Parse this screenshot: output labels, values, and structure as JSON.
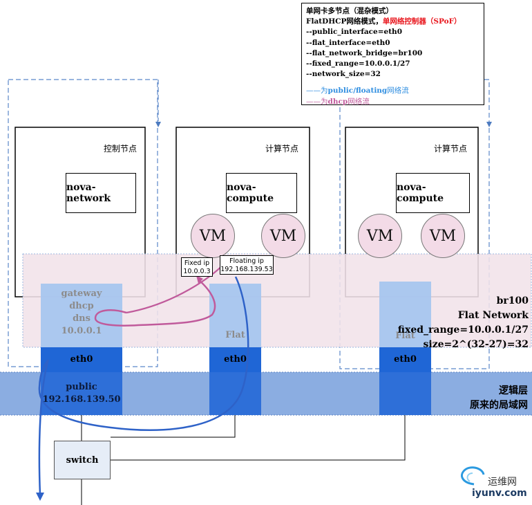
{
  "info": {
    "title": "单网卡多节点（混杂模式）",
    "mode_prefix": "FlatDHCP网络模式，",
    "mode_red": "单网络控制器（SPoF）",
    "flags": [
      "--public_interface=eth0",
      "--flat_interface=eth0",
      "--flat_network_bridge=br100",
      "--fixed_range=10.0.0.1/27",
      "--network_size=32"
    ],
    "legend_blue_prefix": "——为",
    "legend_blue_bold": "public/floating",
    "legend_blue_suffix": "网络流",
    "legend_pink_prefix": "——为",
    "legend_pink_bold": "dhcp",
    "legend_pink_suffix": "网络流"
  },
  "nodes": {
    "controller": {
      "label": "控制节点",
      "service": "nova-network"
    },
    "compute1": {
      "label": "计算节点",
      "service": "nova-compute",
      "vms": [
        "VM",
        "VM"
      ]
    },
    "compute2": {
      "label": "计算节点",
      "service": "nova-compute",
      "vms": [
        "VM",
        "VM"
      ]
    }
  },
  "bridge": {
    "lines": [
      "br100",
      "Flat Network",
      "fixed_range=10.0.0.1/27",
      "size=2^(32-27)=32"
    ]
  },
  "gateway": {
    "lines": [
      "gateway",
      "dhcp",
      "dns",
      "10.0.0.1"
    ]
  },
  "flat_label": "Flat",
  "eth_label": "eth0",
  "public": {
    "lines": [
      "public",
      "192.168.139.50"
    ]
  },
  "logic_layer": {
    "lines": [
      "逻辑层",
      "原来的局域网"
    ]
  },
  "fixed_ip": {
    "title": "Fixed ip",
    "value": "10.0.0.3"
  },
  "floating_ip": {
    "title": "Floating ip",
    "value": "192.168.139.53"
  },
  "switch_label": "switch",
  "logo": {
    "cn": "运维网",
    "en": "iyunv.com"
  },
  "colors": {
    "bridge_band": "#f2e3ea",
    "logic_band": "#7ea4de",
    "eth_block": "#1f66d6",
    "flat_block": "#a6c6ef",
    "blue_flow": "#2e62c8",
    "pink_flow": "#c05a9b"
  }
}
